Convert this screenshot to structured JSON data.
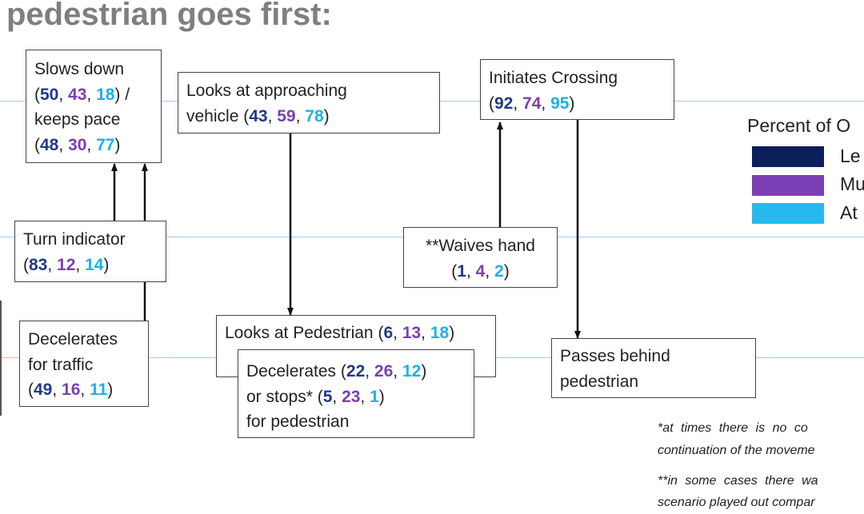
{
  "title": "pedestrian goes first:",
  "colors": {
    "series_1": "#1f3a8a",
    "series_2": "#7b3fb0",
    "series_3": "#1fb0e8",
    "legend_1": "#0c1e5b",
    "legend_2": "#7c3fb5",
    "legend_3": "#27b8ee",
    "lane_line": "#a8c8ea"
  },
  "boxes": {
    "slows_down": {
      "line1": "Slows down",
      "v1": "50",
      "v2": "43",
      "v3": "18",
      "mid": "keeps pace",
      "w1": "48",
      "w2": "30",
      "w3": "77"
    },
    "looks_at_vehicle": {
      "line1": "Looks at approaching",
      "prefix": "vehicle",
      "v1": "43",
      "v2": "59",
      "v3": "78"
    },
    "initiates_crossing": {
      "line1": "Initiates Crossing",
      "v1": "92",
      "v2": "74",
      "v3": "95"
    },
    "turn_indicator": {
      "line1": "Turn indicator",
      "v1": "83",
      "v2": "12",
      "v3": "14"
    },
    "waives_hand": {
      "line1": "**Waives hand",
      "v1": "1",
      "v2": "4",
      "v3": "2"
    },
    "decelerates_traffic": {
      "line1": "Decelerates",
      "line2": "for traffic",
      "v1": "49",
      "v2": "16",
      "v3": "11"
    },
    "looks_at_pedestrian": {
      "prefix": "Looks at Pedestrian",
      "v1": "6",
      "v2": "13",
      "v3": "18"
    },
    "decelerates_pedestrian": {
      "prefix": "Decelerates",
      "v1": "22",
      "v2": "26",
      "v3": "12",
      "mid": "or stops*",
      "w1": "5",
      "w2": "23",
      "w3": "1",
      "line3": "for pedestrian"
    },
    "passes_behind": {
      "line1": "Passes behind",
      "line2": "pedestrian"
    }
  },
  "legend": {
    "title": "Percent of O",
    "items": [
      "Le",
      "Mu",
      "At"
    ]
  },
  "notes": {
    "note1_line1": "*at times there is no co",
    "note1_line2": "continuation of the moveme",
    "note2_line1": "**in some cases there wa",
    "note2_line2": "scenario played out compar"
  }
}
